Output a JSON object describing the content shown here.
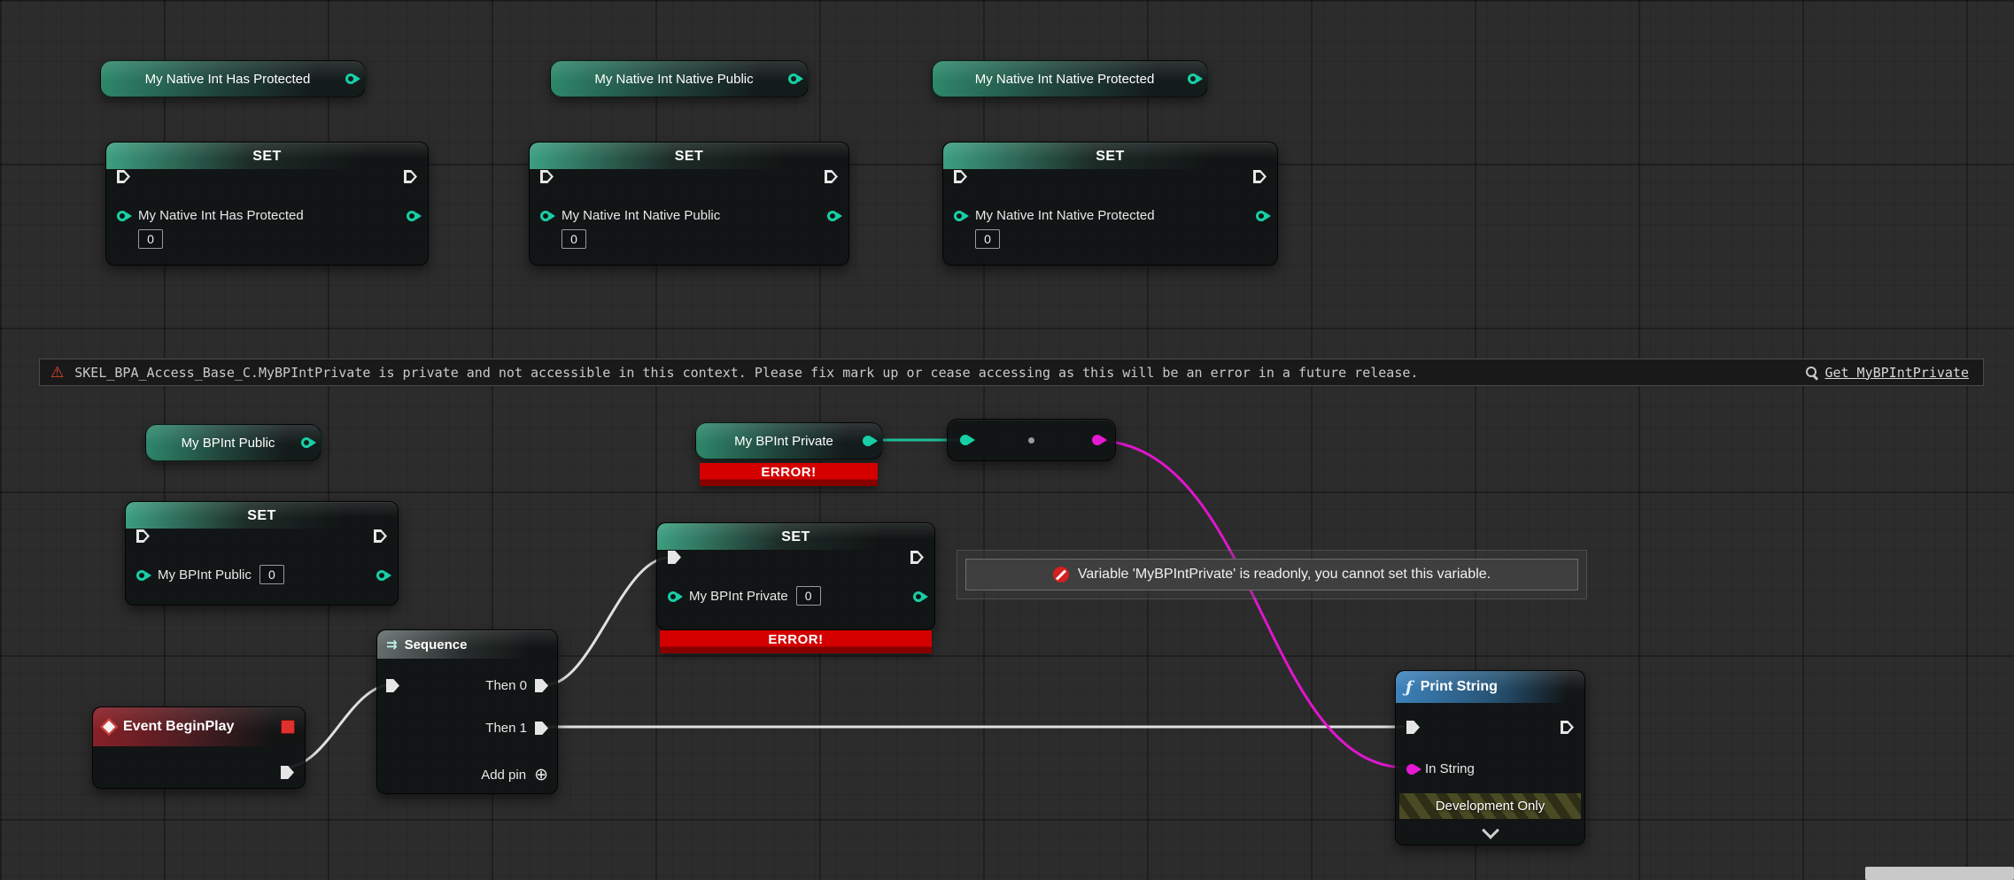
{
  "colors": {
    "pin_teal": "#17cfa6",
    "pin_magenta": "#e519d3",
    "wire_exec": "#e0e0e0",
    "wire_teal": "#1fbf9b",
    "wire_magenta": "#df16cd",
    "error_red": "#d40000",
    "event_header_red": "#8c2028",
    "function_header_blue": "#3e84bf"
  },
  "icons": {
    "warning_glyph": "⚠",
    "add_pin_glyph": "⊕",
    "function_glyph": "ƒ",
    "sequence_glyph": "⇉"
  },
  "getters": {
    "native_has_protected": {
      "label": "My Native Int Has Protected"
    },
    "native_public": {
      "label": "My Native Int Native Public"
    },
    "native_protected": {
      "label": "My Native Int Native Protected"
    },
    "bpint_public": {
      "label": "My BPInt Public"
    },
    "bpint_private": {
      "label": "My BPInt Private",
      "error": "ERROR!"
    }
  },
  "set_nodes": {
    "header": "SET",
    "native_has_protected": {
      "pin": "My Native Int Has Protected",
      "value": "0"
    },
    "native_public": {
      "pin": "My Native Int Native Public",
      "value": "0"
    },
    "native_protected": {
      "pin": "My Native Int Native Protected",
      "value": "0"
    },
    "bpint_public": {
      "pin": "My BPInt Public",
      "value": "0"
    },
    "bpint_private": {
      "pin": "My BPInt Private",
      "value": "0",
      "error": "ERROR!"
    }
  },
  "warning_bar": {
    "message": "SKEL_BPA_Access_Base_C.MyBPIntPrivate is private and not accessible in this context. Please fix mark up or cease accessing as this will be an error in a future release.",
    "link": "Get MyBPIntPrivate"
  },
  "readonly_tooltip": {
    "message": "Variable 'MyBPIntPrivate' is readonly, you cannot set this variable."
  },
  "sequence_node": {
    "title": "Sequence",
    "then0": "Then 0",
    "then1": "Then 1",
    "add_pin": "Add pin"
  },
  "event_node": {
    "title": "Event BeginPlay"
  },
  "print_node": {
    "title": "Print String",
    "in_string": "In String",
    "dev_banner": "Development Only"
  }
}
